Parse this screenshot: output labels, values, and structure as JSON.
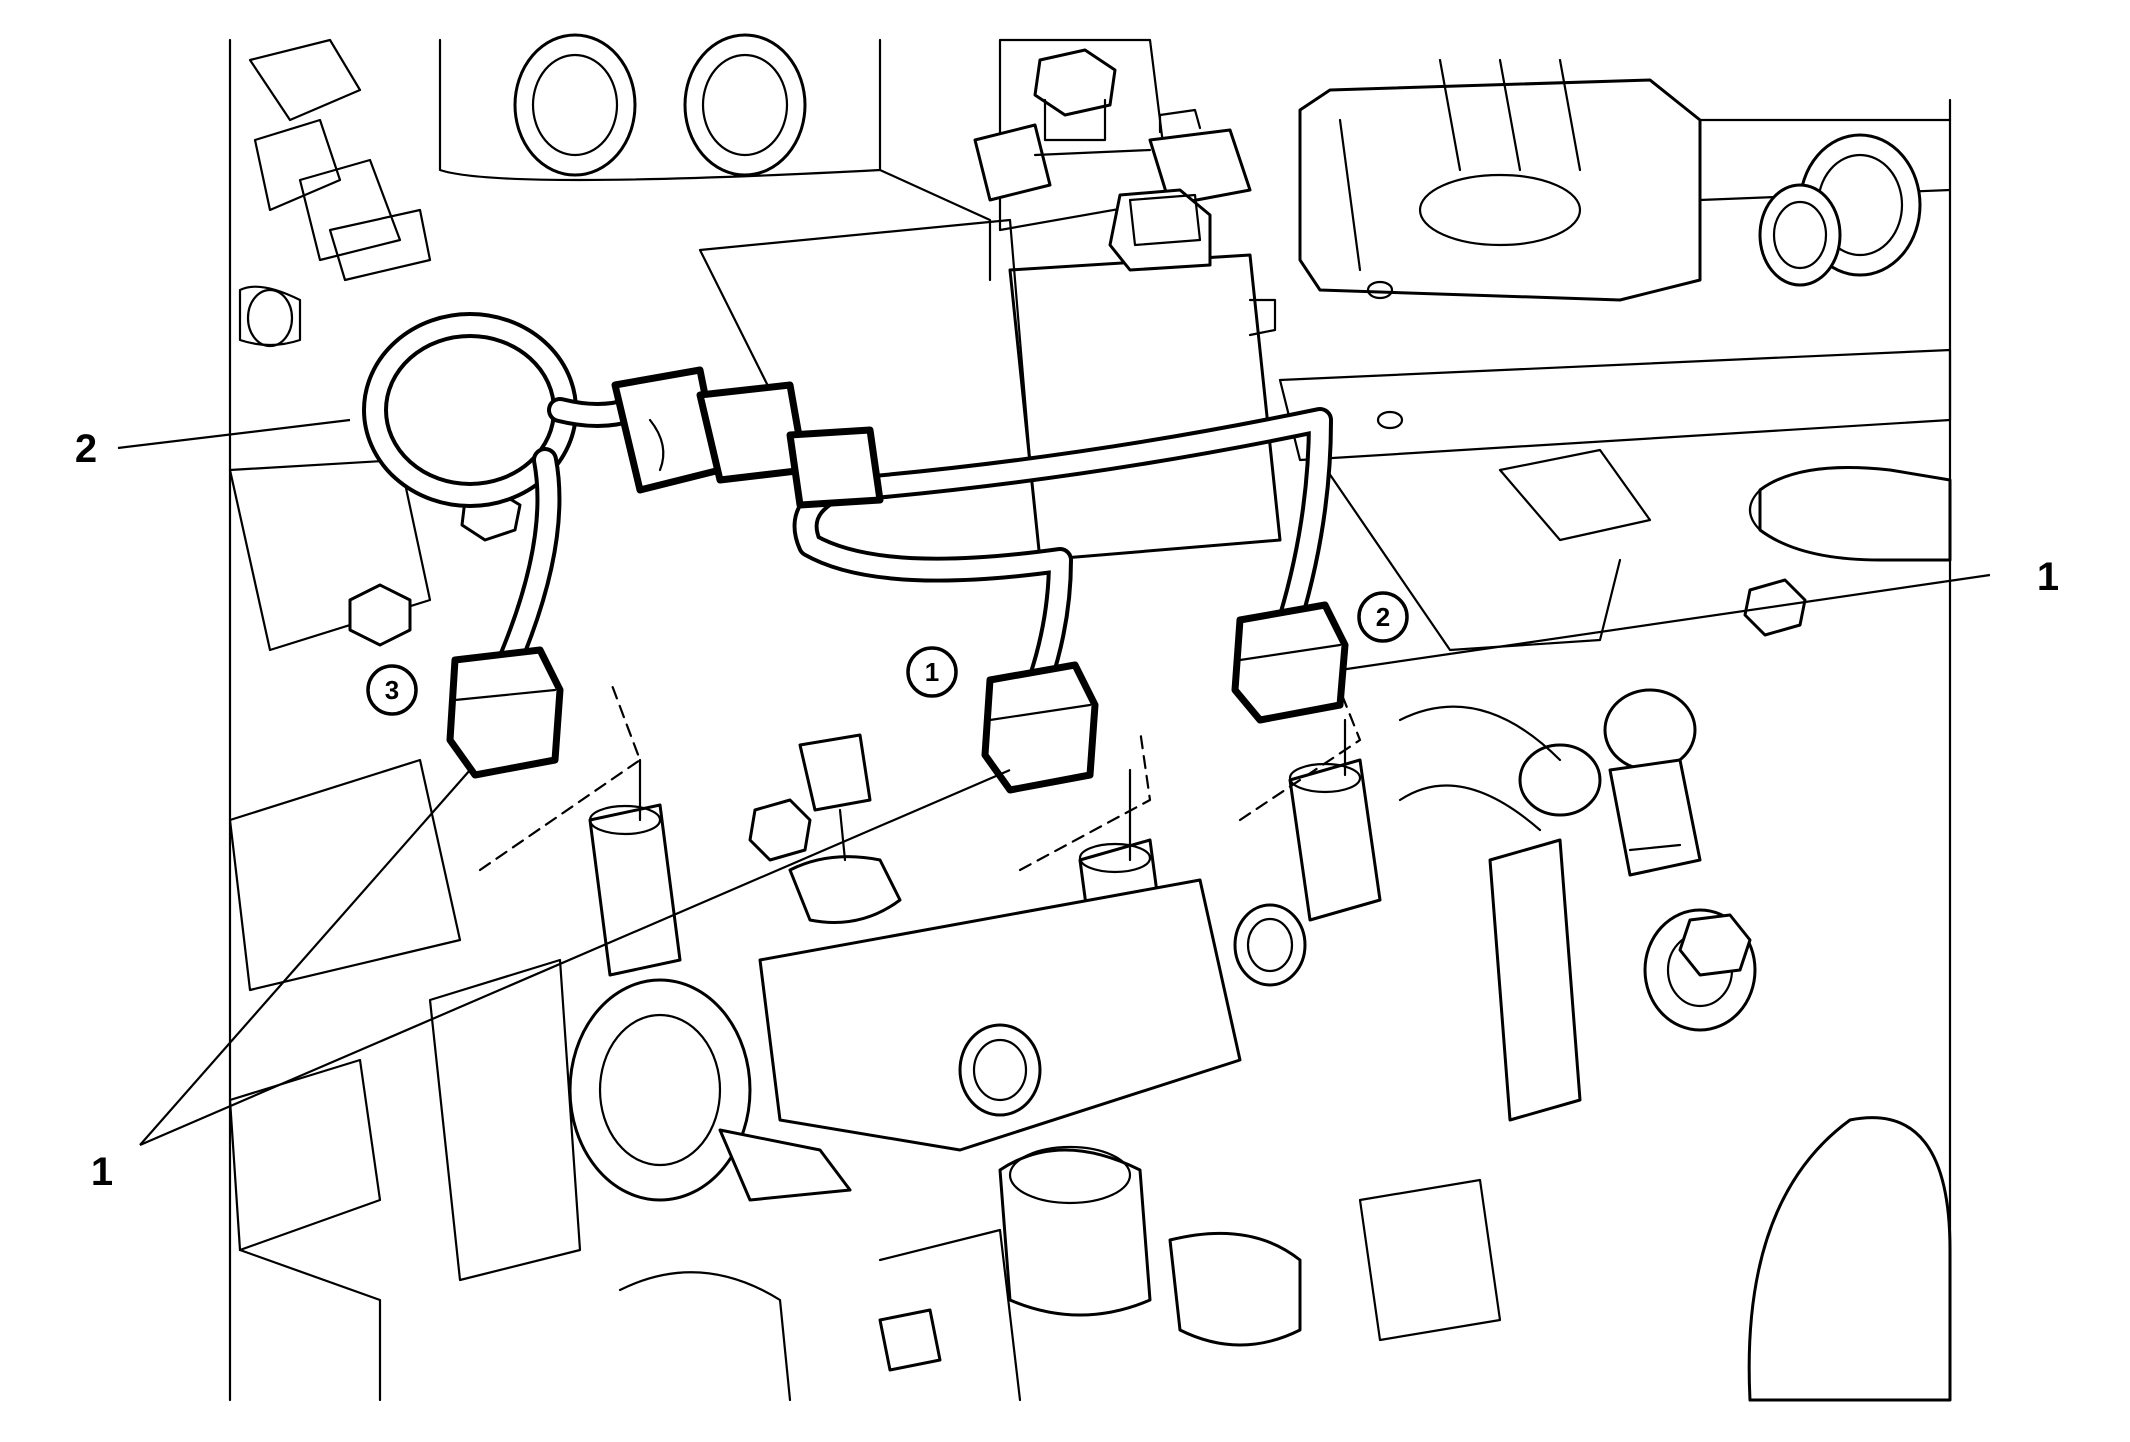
{
  "callouts": [
    {
      "label": "1"
    },
    {
      "label": "1"
    },
    {
      "label": "2"
    }
  ],
  "sequence_markers": [
    {
      "label": "1"
    },
    {
      "label": "2"
    },
    {
      "label": "3"
    }
  ],
  "colors": {
    "line": "#000000",
    "background": "#ffffff"
  }
}
